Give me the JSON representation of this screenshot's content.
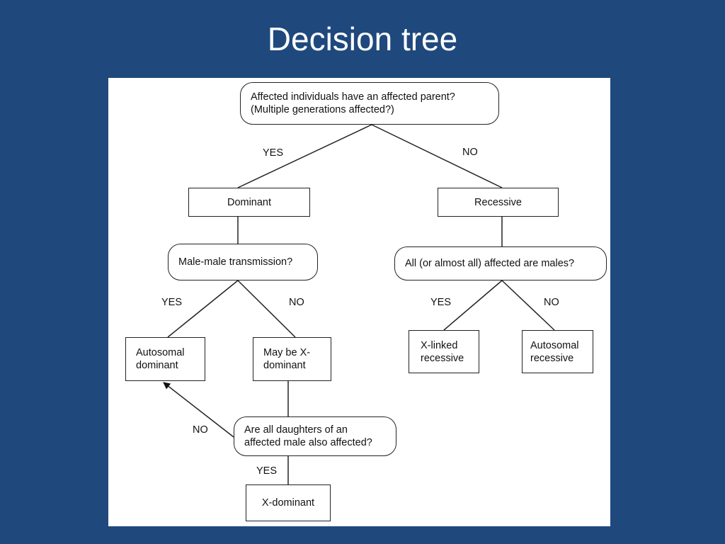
{
  "title": "Decision tree",
  "nodes": {
    "root_line1": "Affected individuals have an affected parent?",
    "root_line2": "(Multiple generations affected?)",
    "dominant": "Dominant",
    "recessive": "Recessive",
    "male_male": "Male-male transmission?",
    "all_males": "All (or almost all) affected are males?",
    "autosomal_dominant_line1": "Autosomal",
    "autosomal_dominant_line2": "dominant",
    "may_be_x_dominant_line1": "May be X-",
    "may_be_x_dominant_line2": "dominant",
    "x_linked_recessive_line1": "X-linked",
    "x_linked_recessive_line2": "recessive",
    "autosomal_recessive_line1": "Autosomal",
    "autosomal_recessive_line2": "recessive",
    "daughters_line1": "Are all daughters of an",
    "daughters_line2": "affected male also affected?",
    "x_dominant": "X-dominant"
  },
  "edges": {
    "root_yes": "YES",
    "root_no": "NO",
    "mm_yes": "YES",
    "mm_no": "NO",
    "males_yes": "YES",
    "males_no": "NO",
    "daughters_no": "NO",
    "daughters_yes": "YES"
  }
}
